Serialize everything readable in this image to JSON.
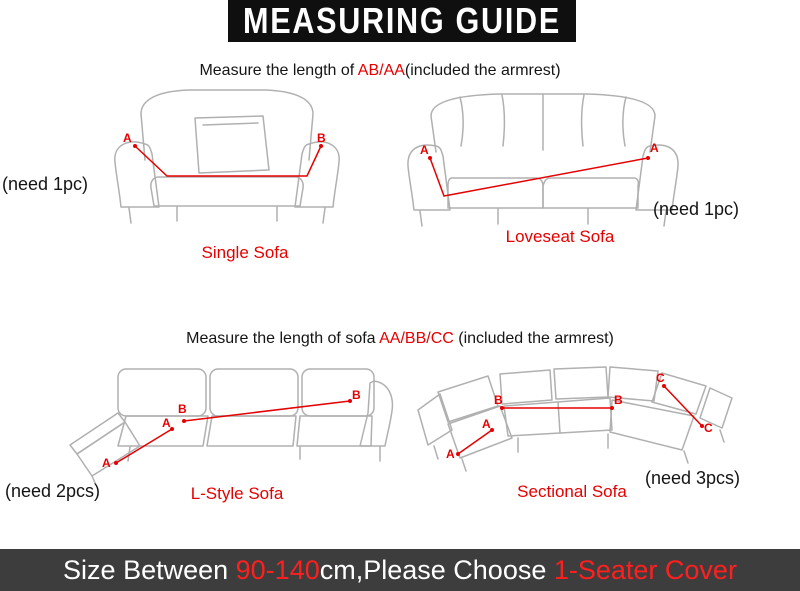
{
  "header": {
    "title": "MEASURING GUIDE"
  },
  "sections": {
    "top": {
      "instruction": {
        "prefix": "Measure the length of ",
        "highlight": "AB/AA",
        "suffix": "(included the armrest)"
      },
      "single": {
        "label": "Single Sofa",
        "need": "(need 1pc)",
        "markers": [
          "A",
          "B"
        ]
      },
      "loveseat": {
        "label": "Loveseat Sofa",
        "need": "(need 1pc)",
        "markers": [
          "A",
          "A"
        ]
      }
    },
    "bottom": {
      "instruction": {
        "prefix": "Measure the length of sofa ",
        "highlight": "AA/BB/CC",
        "suffix": " (included the armrest)"
      },
      "lstyle": {
        "label": "L-Style Sofa",
        "need": "(need 2pcs)",
        "markers": [
          "A",
          "A",
          "B",
          "B"
        ]
      },
      "sectional": {
        "label": "Sectional Sofa",
        "need": "(need 3pcs)",
        "markers": [
          "A",
          "A",
          "B",
          "B",
          "C",
          "C"
        ]
      }
    }
  },
  "footer": {
    "part1": "Size Between ",
    "highlight1": "90-140",
    "part2": "cm,Please Choose ",
    "highlight2": "1-Seater Cover"
  },
  "colors": {
    "accent_red": "#e60000",
    "header_bg": "#0f0f0f",
    "footer_bg": "#3d3d3d",
    "footer_highlight": "#ff1f1f",
    "sketch_gray": "#b0b0b0"
  }
}
